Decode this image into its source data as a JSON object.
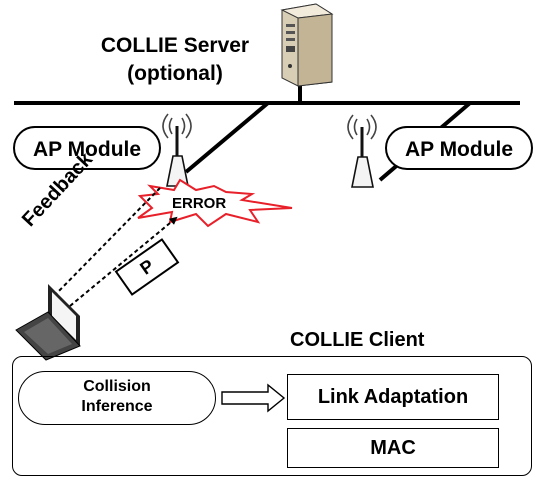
{
  "server": {
    "title": "COLLIE Server",
    "note": "(optional)",
    "icon": "server-tower-icon"
  },
  "access_points": [
    {
      "label": "AP Module",
      "icon": "antenna-icon"
    },
    {
      "label": "AP Module",
      "icon": "antenna-icon"
    }
  ],
  "link": {
    "error_label": "ERROR",
    "feedback_label": "Feedback",
    "packet_label": "P"
  },
  "client": {
    "title": "COLLIE Client",
    "icon": "laptop-icon",
    "collision_inference": [
      "Collision",
      "Inference"
    ],
    "link_adaptation": "Link Adaptation",
    "mac": "MAC"
  },
  "colors": {
    "error_outline": "#e8202a",
    "line": "#000000",
    "server_body": "#e6dcc8"
  }
}
